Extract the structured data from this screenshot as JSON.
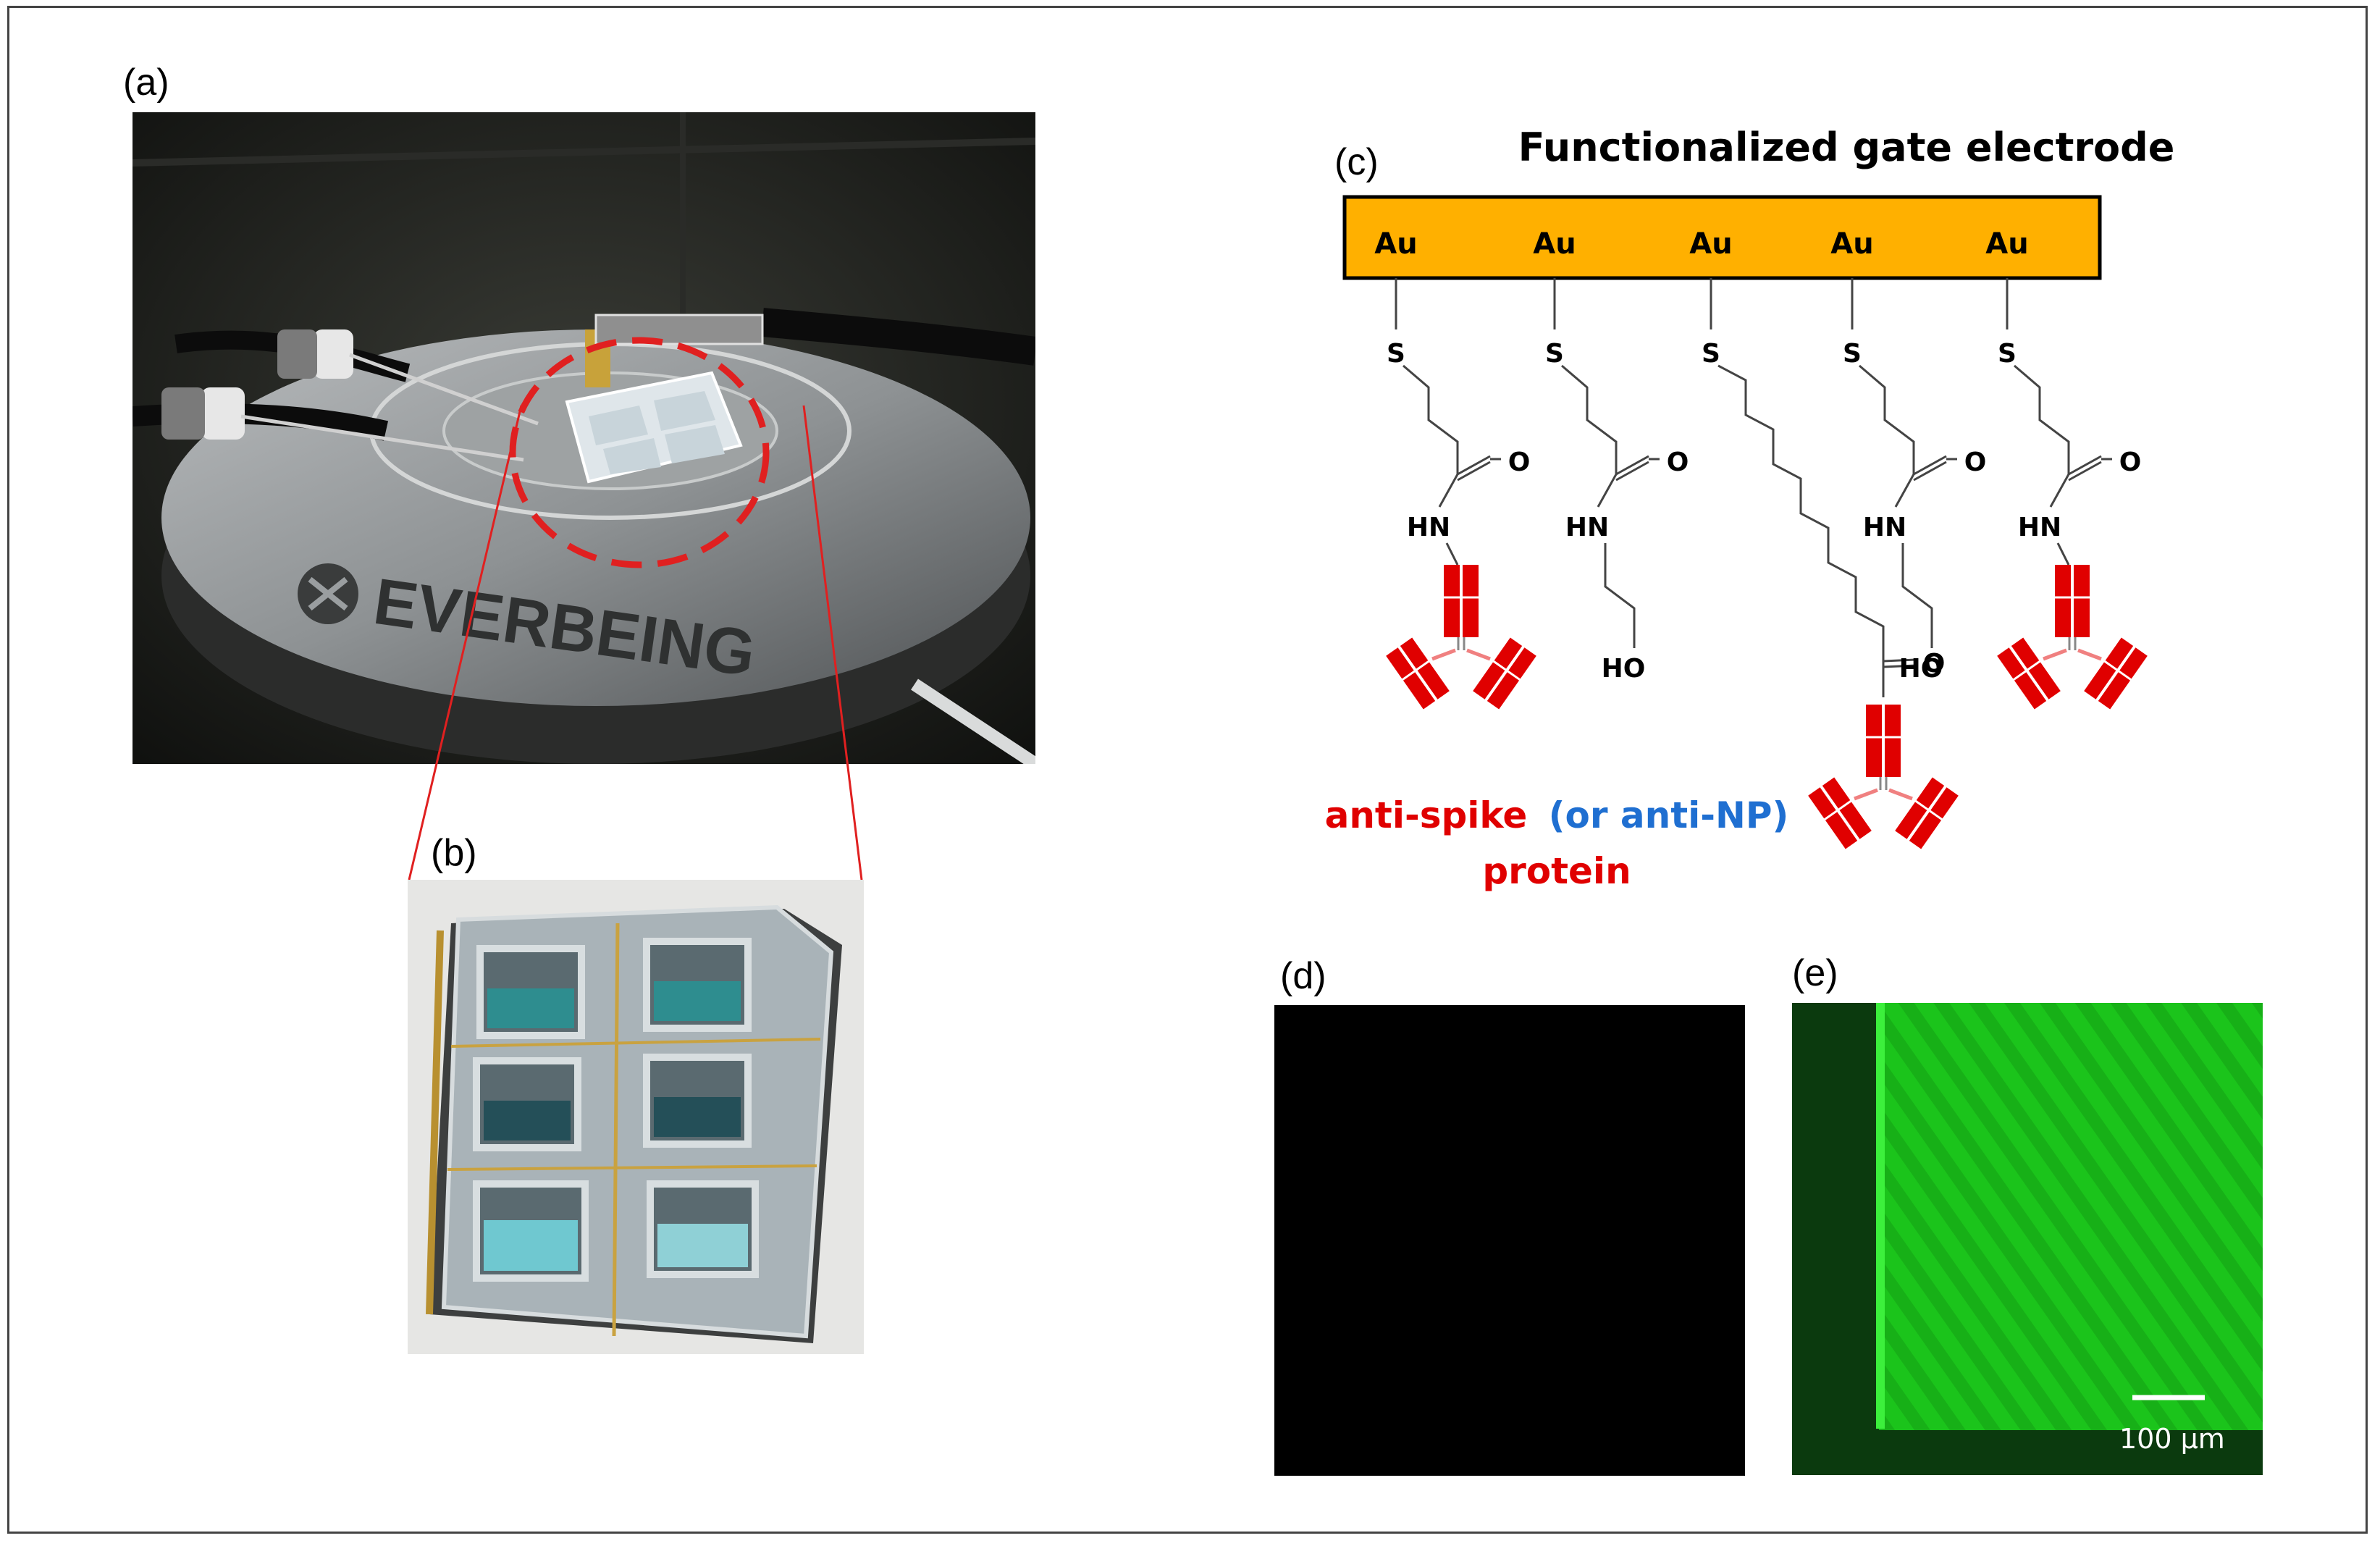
{
  "panels": {
    "a": {
      "label": "(a)",
      "logo_text": "EVERBEING"
    },
    "b": {
      "label": "(b)"
    },
    "c": {
      "label": "(c)",
      "title": "Functionalized gate electrode",
      "electrode_atom": "Au",
      "electrode_atoms": [
        "Au",
        "Au",
        "Au",
        "Au",
        "Au"
      ],
      "sulfur": "S",
      "oxygen": "O",
      "amine": "HN",
      "hydroxyl": "HO",
      "caption_line1_part1": "anti-spike",
      "caption_line1_part2": "(or anti-NP)",
      "caption_line2": "protein",
      "colors": {
        "electrode": "#FFB000",
        "antibody": "#E00000",
        "anti_np": "#1F6FD1"
      }
    },
    "d": {
      "label": "(d)"
    },
    "e": {
      "label": "(e)",
      "scale_bar": "100 µm",
      "colors": {
        "fluorescence": "#1BC41B"
      }
    }
  },
  "colors": {
    "zoom_lines": "#E02020",
    "highlight_circle": "#E02020"
  }
}
